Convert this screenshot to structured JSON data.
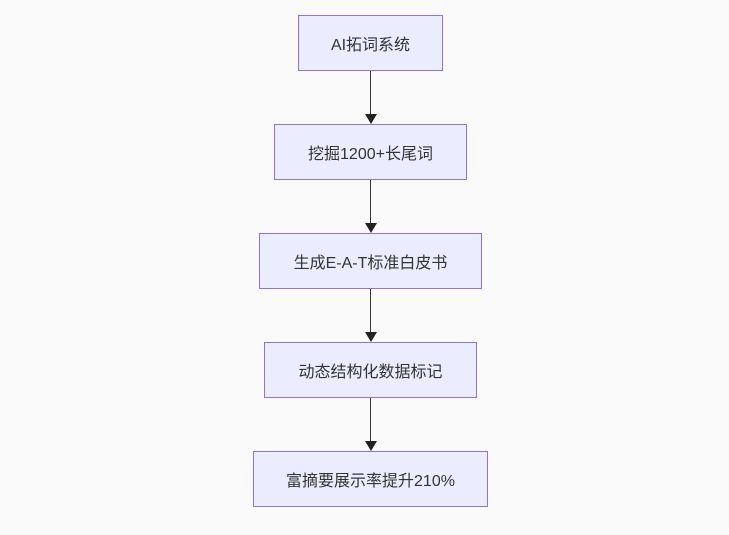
{
  "flowchart": {
    "type": "flowchart",
    "direction": "top-down",
    "colors": {
      "background": "#FAFAFA",
      "node_fill": "#ECECFF",
      "node_border": "#9370DB",
      "text": "#333333",
      "arrow": "#333333"
    },
    "nodes": [
      {
        "id": "step-1",
        "label": "AI拓词系统"
      },
      {
        "id": "step-2",
        "label": "挖掘1200+长尾词"
      },
      {
        "id": "step-3",
        "label": "生成E-A-T标准白皮书"
      },
      {
        "id": "step-4",
        "label": "动态结构化数据标记"
      },
      {
        "id": "step-5",
        "label": "富摘要展示率提升210%"
      }
    ],
    "edges": [
      {
        "from": "step-1",
        "to": "step-2"
      },
      {
        "from": "step-2",
        "to": "step-3"
      },
      {
        "from": "step-3",
        "to": "step-4"
      },
      {
        "from": "step-4",
        "to": "step-5"
      }
    ]
  }
}
